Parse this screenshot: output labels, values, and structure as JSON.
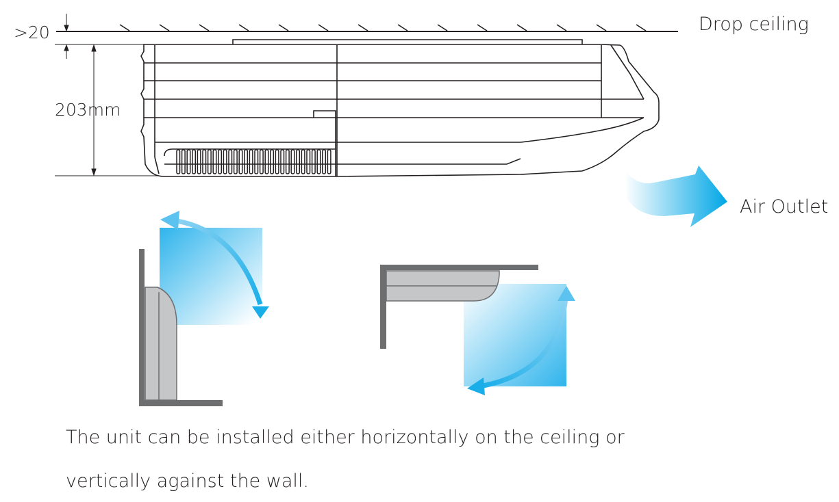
{
  "labels": {
    "gap": ">20",
    "height": "203mm",
    "drop_ceiling": "Drop ceiling",
    "air_outlet": "Air Outlet"
  },
  "caption": {
    "line1": "The unit can be installed either horizontally on the ceiling or",
    "line2": "vertically against the wall."
  },
  "colors": {
    "line": "#231f20",
    "wall": "#6d6e70",
    "unit_fill": "#c4c6c8",
    "airflow": "#1aaee8"
  }
}
